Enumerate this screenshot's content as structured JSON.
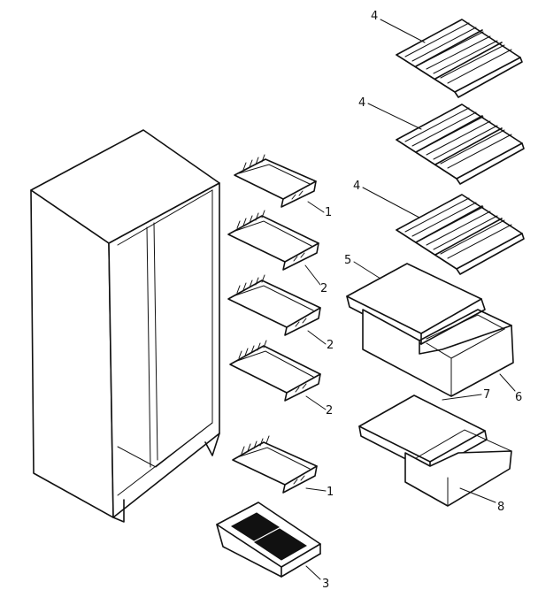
{
  "callouts": {
    "shelf_1_upper": "1",
    "shelf_2_a": "2",
    "shelf_2_b": "2",
    "shelf_2_c": "2",
    "shelf_1_lower": "1",
    "kick_plate": "3",
    "wire_shelf_top": "4",
    "wire_shelf_middle": "4",
    "wire_shelf_bottom": "4",
    "crisper_cover_upper": "5",
    "crisper_pan_upper": "6",
    "crisper_cover_lower": "7",
    "crisper_pan_lower": "8"
  }
}
